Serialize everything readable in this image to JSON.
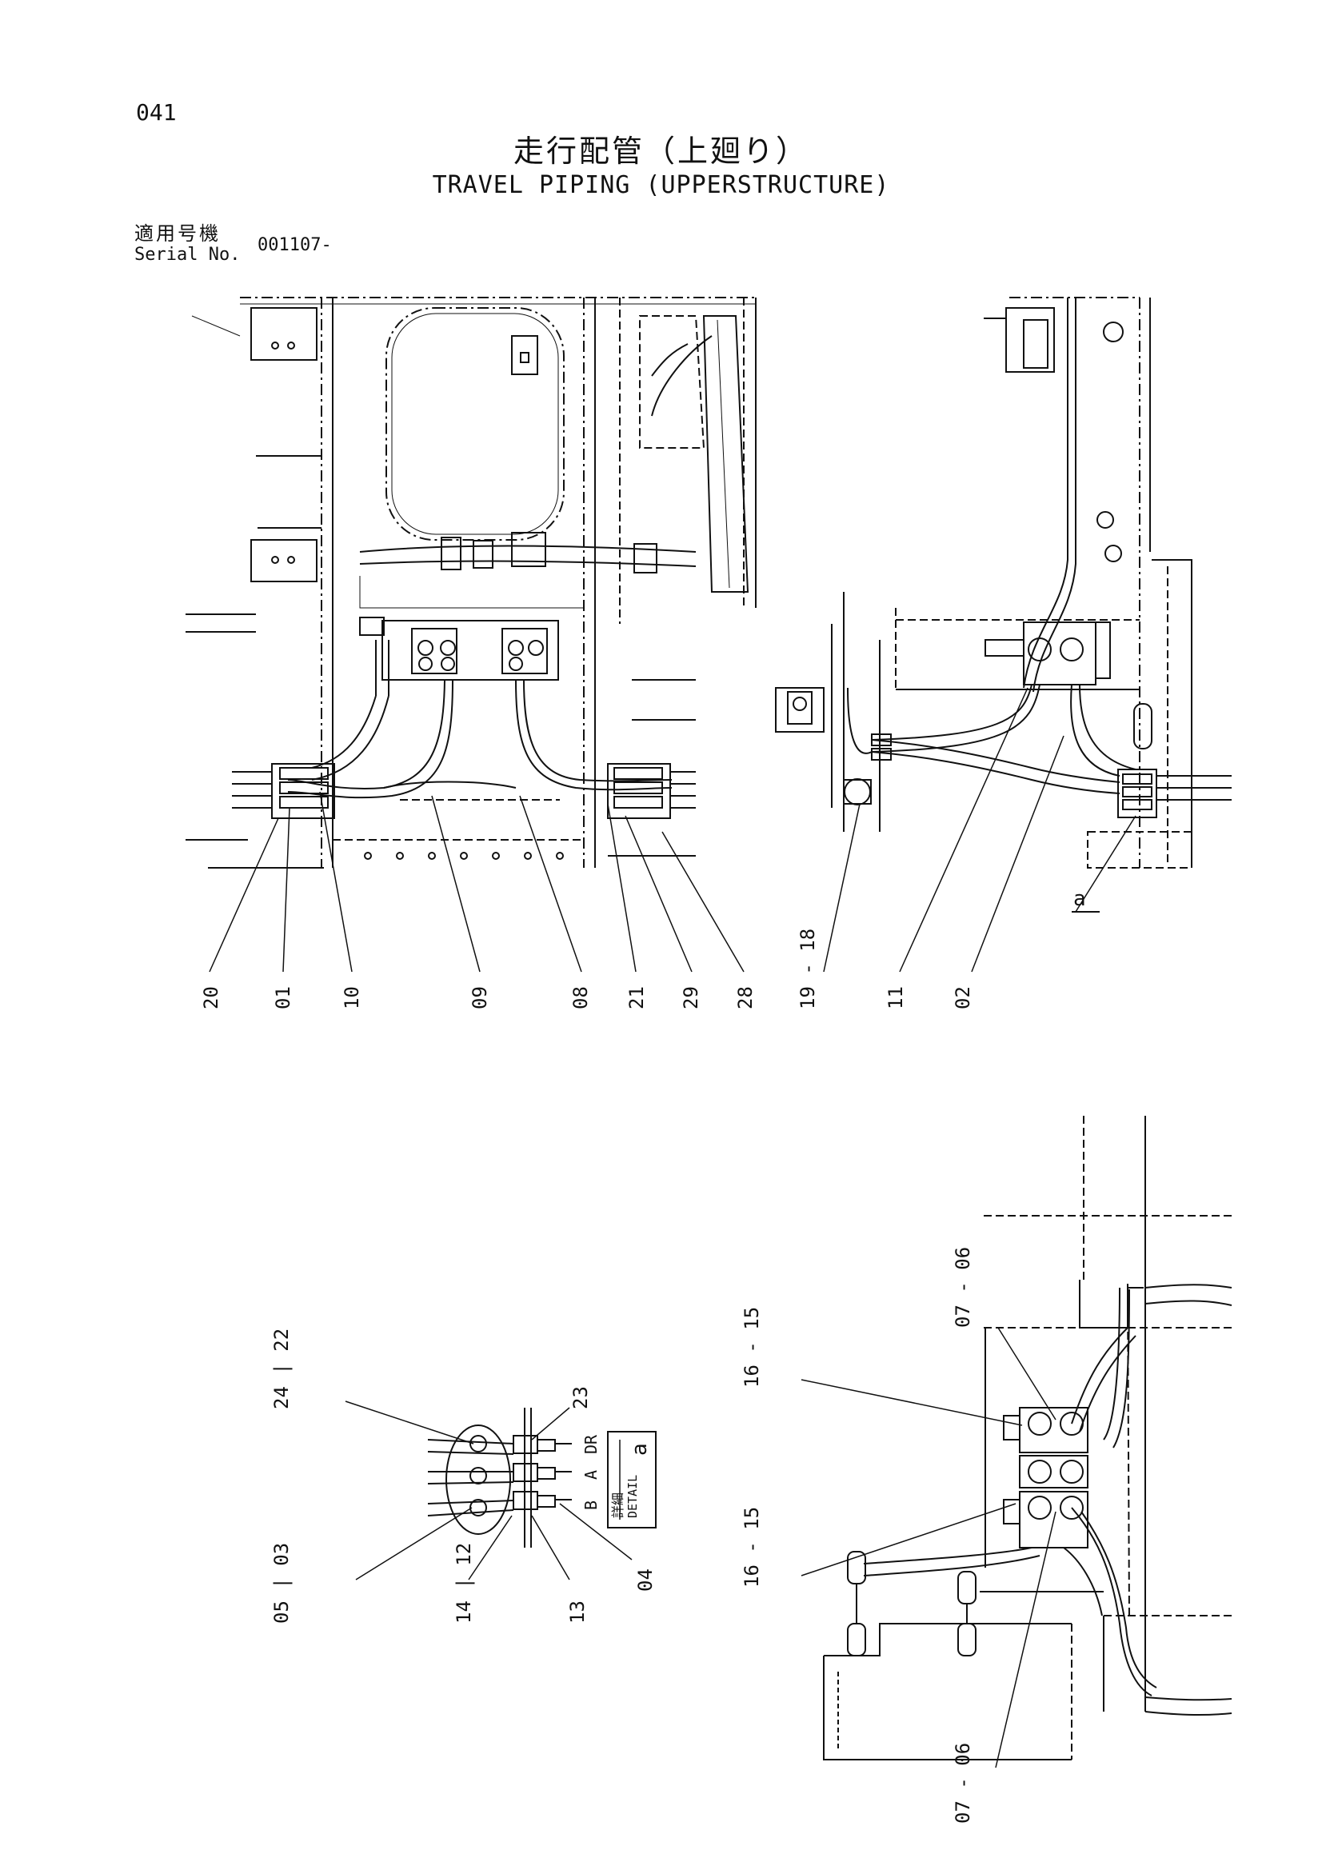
{
  "page_number": "041",
  "title_jp": "走行配管（上廻り）",
  "title_en": "TRAVEL PIPING (UPPERSTRUCTURE)",
  "serial": {
    "label_jp": "適用号機",
    "label_en": "Serial No.",
    "value": "001107-"
  },
  "detail_box": {
    "label_jp": "詳細",
    "label_en": "DETAIL",
    "letter": "a"
  },
  "port_labels": [
    "B",
    "A",
    "DR"
  ],
  "view_marker": "a",
  "top_left_callouts": [
    "20",
    "01",
    "10",
    "09",
    "08",
    "21",
    "29",
    "28"
  ],
  "top_right_callouts": [
    "19\n-\n18",
    "11",
    "02"
  ],
  "detail_callouts": {
    "c24_22": "24\n|\n22",
    "c23": "23",
    "c05_03": "05\n|\n03",
    "c14_12": "14\n|\n12",
    "c13": "13",
    "c04": "04"
  },
  "bottom_right_callouts": {
    "c07_06_top": "07\n-\n06",
    "c16_15_top": "16\n-\n15",
    "c16_15_bottom": "16\n-\n15",
    "c07_06_bottom": "07\n-\n06"
  }
}
